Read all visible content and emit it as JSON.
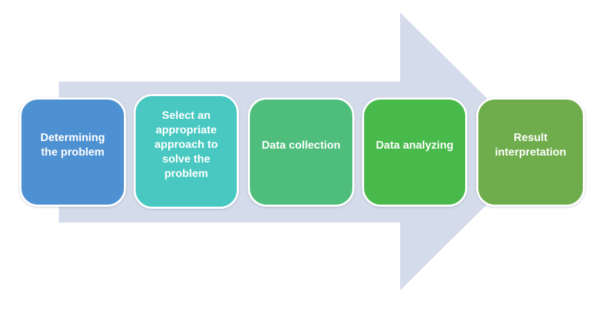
{
  "diagram": {
    "type": "horizontal-process-arrow",
    "background_color": "#ffffff",
    "text_color": "#ffffff",
    "arrow": {
      "direction": "right",
      "color": "#d4dceb"
    },
    "steps": [
      {
        "label": "Determining\nthe problem",
        "color": "#4e91d2"
      },
      {
        "label": "Select an\nappropriate\napproach to\nsolve the\nproblem",
        "color": "#48c8c1"
      },
      {
        "label": "Data collection",
        "color": "#4fbe7d"
      },
      {
        "label": "Data analyzing",
        "color": "#48ba4b"
      },
      {
        "label": "Result\ninterpretation",
        "color": "#6fad4c"
      }
    ]
  }
}
